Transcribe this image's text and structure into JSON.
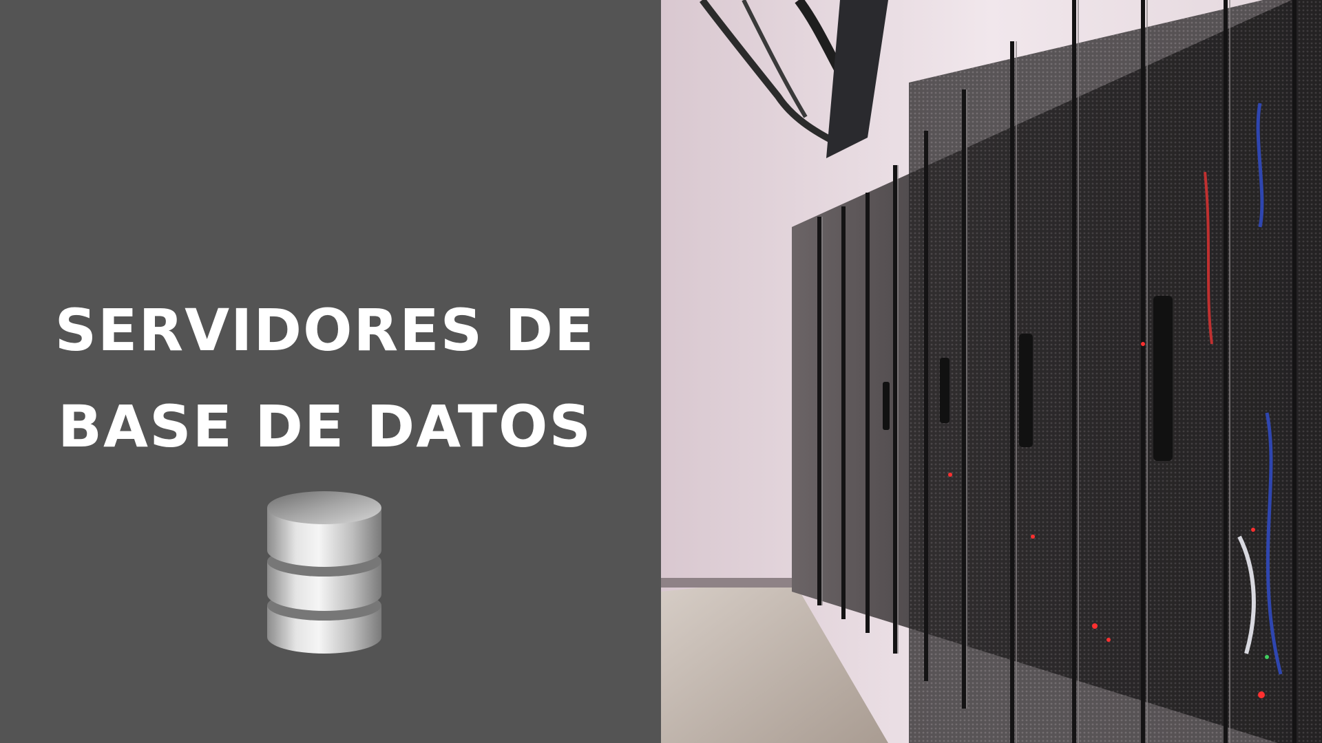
{
  "slide": {
    "title_line_1": "SERVIDORES DE",
    "title_line_2": "BASE DE DATOS",
    "icon": "database-icon",
    "photo": "server-racks-photo"
  },
  "colors": {
    "background": "#545454",
    "title": "#ffffff",
    "icon_silver": "#b8b8b8"
  }
}
